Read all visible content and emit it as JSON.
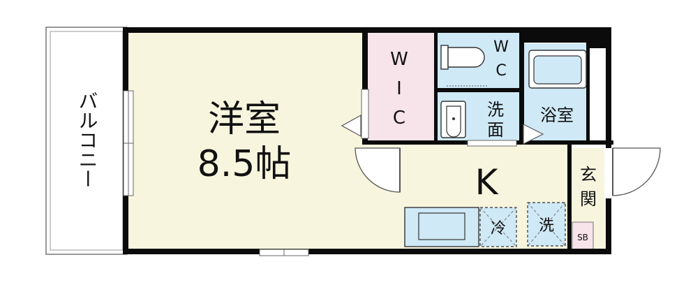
{
  "floorplan": {
    "balcony": "バルコニー",
    "western_room": {
      "name": "洋室",
      "size": "8.5帖"
    },
    "wic": {
      "l1": "W",
      "l2": "I",
      "l3": "C"
    },
    "wc": {
      "l1": "W",
      "l2": "C"
    },
    "washroom": {
      "l1": "洗",
      "l2": "面"
    },
    "bathroom": "浴室",
    "kitchen": "K",
    "entrance": {
      "l1": "玄",
      "l2": "関"
    },
    "fridge": "冷",
    "washer": "洗",
    "shoe_box": "SB",
    "colors": {
      "room_floor": "#f8f5de",
      "wet_area": "#cfe9f6",
      "closet": "#f7e3ea",
      "wall": "#0b0b0b",
      "line": "#555555"
    }
  }
}
